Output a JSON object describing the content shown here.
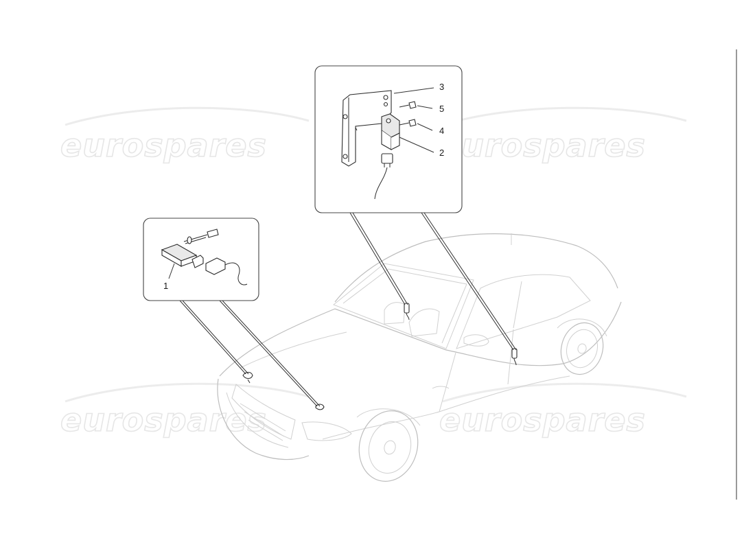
{
  "watermark": {
    "text": "eurospares"
  },
  "callouts": [
    {
      "id": "1",
      "label": "1"
    },
    {
      "id": "2",
      "label": "2"
    },
    {
      "id": "3",
      "label": "3"
    },
    {
      "id": "4",
      "label": "4"
    },
    {
      "id": "5",
      "label": "5"
    }
  ]
}
